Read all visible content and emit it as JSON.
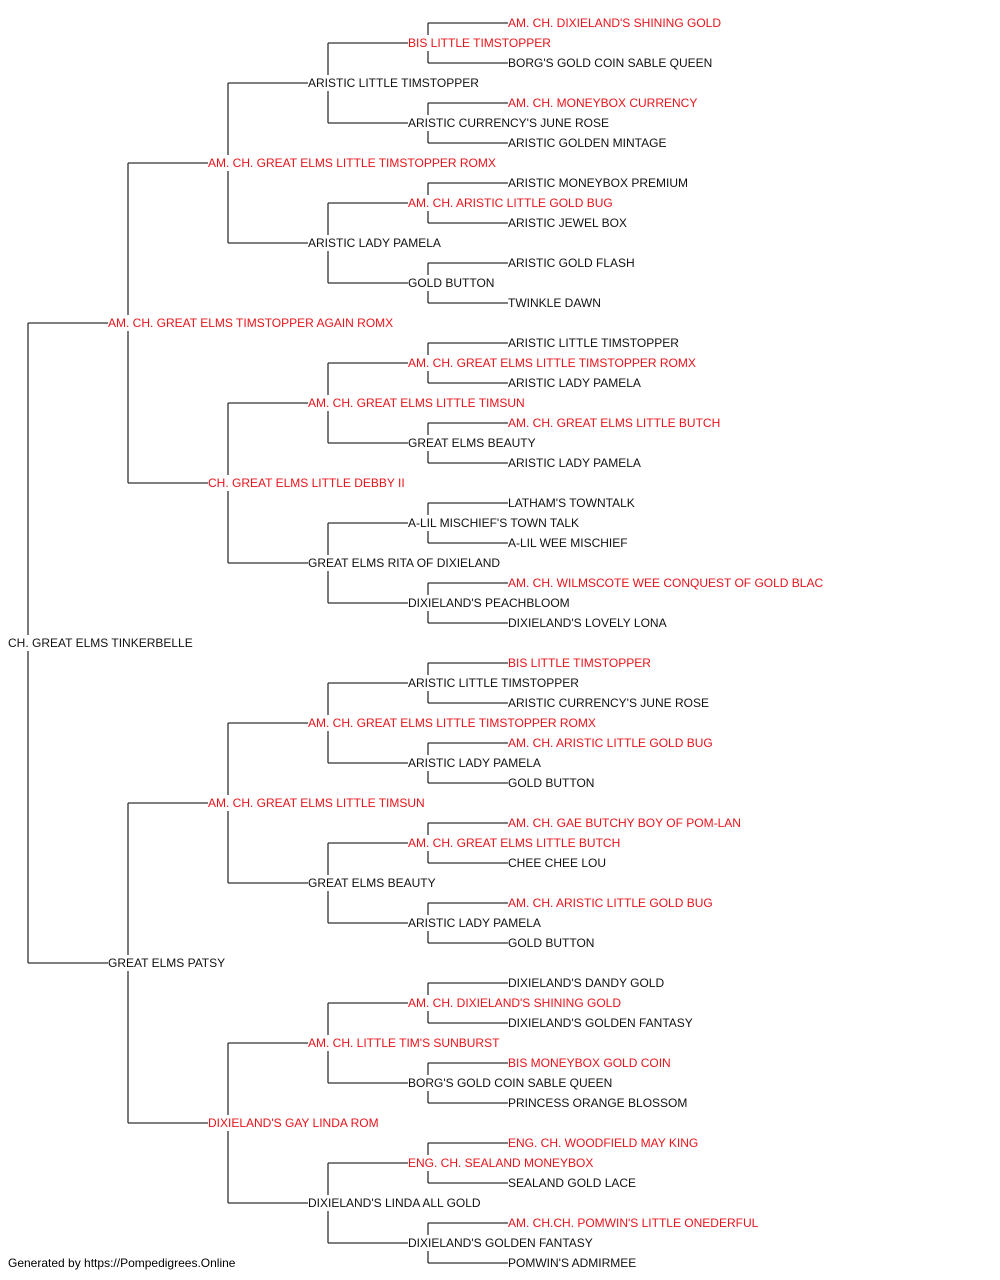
{
  "colors": {
    "champion": "#e8141b",
    "normal": "#111111",
    "line": "#333333"
  },
  "pedigree": {
    "name": "CH. GREAT ELMS TINKERBELLE",
    "ch": false,
    "sire": {
      "name": "AM. CH. GREAT ELMS TIMSTOPPER AGAIN ROMX",
      "ch": true,
      "sire": {
        "name": "AM. CH. GREAT ELMS LITTLE TIMSTOPPER ROMX",
        "ch": true,
        "sire": {
          "name": "ARISTIC LITTLE TIMSTOPPER",
          "ch": false,
          "sire": {
            "name": "BIS LITTLE TIMSTOPPER",
            "ch": true,
            "sire": {
              "name": "AM. CH. DIXIELAND'S SHINING GOLD",
              "ch": true
            },
            "dam": {
              "name": "BORG'S GOLD COIN SABLE QUEEN",
              "ch": false
            }
          },
          "dam": {
            "name": "ARISTIC CURRENCY'S JUNE ROSE",
            "ch": false,
            "sire": {
              "name": "AM. CH. MONEYBOX CURRENCY",
              "ch": true
            },
            "dam": {
              "name": "ARISTIC GOLDEN MINTAGE",
              "ch": false
            }
          }
        },
        "dam": {
          "name": "ARISTIC LADY PAMELA",
          "ch": false,
          "sire": {
            "name": "AM. CH. ARISTIC LITTLE GOLD BUG",
            "ch": true,
            "sire": {
              "name": "ARISTIC MONEYBOX PREMIUM",
              "ch": false
            },
            "dam": {
              "name": "ARISTIC JEWEL BOX",
              "ch": false
            }
          },
          "dam": {
            "name": "GOLD BUTTON",
            "ch": false,
            "sire": {
              "name": "ARISTIC GOLD FLASH",
              "ch": false
            },
            "dam": {
              "name": "TWINKLE DAWN",
              "ch": false
            }
          }
        }
      },
      "dam": {
        "name": "CH. GREAT ELMS LITTLE DEBBY II",
        "ch": true,
        "sire": {
          "name": "AM. CH. GREAT ELMS LITTLE TIMSUN",
          "ch": true,
          "sire": {
            "name": "AM. CH. GREAT ELMS LITTLE TIMSTOPPER ROMX",
            "ch": true,
            "sire": {
              "name": "ARISTIC LITTLE TIMSTOPPER",
              "ch": false
            },
            "dam": {
              "name": "ARISTIC LADY PAMELA",
              "ch": false
            }
          },
          "dam": {
            "name": "GREAT ELMS BEAUTY",
            "ch": false,
            "sire": {
              "name": "AM. CH. GREAT ELMS LITTLE BUTCH",
              "ch": true
            },
            "dam": {
              "name": "ARISTIC LADY PAMELA",
              "ch": false
            }
          }
        },
        "dam": {
          "name": "GREAT ELMS RITA OF DIXIELAND",
          "ch": false,
          "sire": {
            "name": "A-LIL MISCHIEF'S TOWN TALK",
            "ch": false,
            "sire": {
              "name": "LATHAM'S TOWNTALK",
              "ch": false
            },
            "dam": {
              "name": "A-LIL WEE MISCHIEF",
              "ch": false
            }
          },
          "dam": {
            "name": "DIXIELAND'S PEACHBLOOM",
            "ch": false,
            "sire": {
              "name": "AM. CH. WILMSCOTE WEE CONQUEST OF GOLD BLAC",
              "ch": true
            },
            "dam": {
              "name": "DIXIELAND'S LOVELY LONA",
              "ch": false
            }
          }
        }
      }
    },
    "dam": {
      "name": "GREAT ELMS PATSY",
      "ch": false,
      "sire": {
        "name": "AM. CH. GREAT ELMS LITTLE TIMSUN",
        "ch": true,
        "sire": {
          "name": "AM. CH. GREAT ELMS LITTLE TIMSTOPPER ROMX",
          "ch": true,
          "sire": {
            "name": "ARISTIC LITTLE TIMSTOPPER",
            "ch": false,
            "sire": {
              "name": "BIS LITTLE TIMSTOPPER",
              "ch": true
            },
            "dam": {
              "name": "ARISTIC CURRENCY'S JUNE ROSE",
              "ch": false
            }
          },
          "dam": {
            "name": "ARISTIC LADY PAMELA",
            "ch": false,
            "sire": {
              "name": "AM. CH. ARISTIC LITTLE GOLD BUG",
              "ch": true
            },
            "dam": {
              "name": "GOLD BUTTON",
              "ch": false
            }
          }
        },
        "dam": {
          "name": "GREAT ELMS BEAUTY",
          "ch": false,
          "sire": {
            "name": "AM. CH. GREAT ELMS LITTLE BUTCH",
            "ch": true,
            "sire": {
              "name": "AM. CH. GAE BUTCHY BOY OF POM-LAN",
              "ch": true
            },
            "dam": {
              "name": "CHEE CHEE LOU",
              "ch": false
            }
          },
          "dam": {
            "name": "ARISTIC LADY PAMELA",
            "ch": false,
            "sire": {
              "name": "AM. CH. ARISTIC LITTLE GOLD BUG",
              "ch": true
            },
            "dam": {
              "name": "GOLD BUTTON",
              "ch": false
            }
          }
        }
      },
      "dam": {
        "name": "DIXIELAND'S GAY LINDA ROM",
        "ch": true,
        "sire": {
          "name": "AM. CH. LITTLE TIM'S SUNBURST",
          "ch": true,
          "sire": {
            "name": "AM. CH. DIXIELAND'S SHINING GOLD",
            "ch": true,
            "sire": {
              "name": "DIXIELAND'S DANDY GOLD",
              "ch": false
            },
            "dam": {
              "name": "DIXIELAND'S GOLDEN FANTASY",
              "ch": false
            }
          },
          "dam": {
            "name": "BORG'S GOLD COIN SABLE QUEEN",
            "ch": false,
            "sire": {
              "name": "BIS MONEYBOX GOLD COIN",
              "ch": true
            },
            "dam": {
              "name": "PRINCESS ORANGE BLOSSOM",
              "ch": false
            }
          }
        },
        "dam": {
          "name": "DIXIELAND'S LINDA ALL GOLD",
          "ch": false,
          "sire": {
            "name": "ENG. CH. SEALAND MONEYBOX",
            "ch": true,
            "sire": {
              "name": "ENG. CH. WOODFIELD MAY KING",
              "ch": true
            },
            "dam": {
              "name": "SEALAND GOLD LACE",
              "ch": false
            }
          },
          "dam": {
            "name": "DIXIELAND'S GOLDEN FANTASY",
            "ch": false,
            "sire": {
              "name": "AM. CH.CH. POMWIN'S LITTLE ONEDERFUL",
              "ch": true
            },
            "dam": {
              "name": "POMWIN'S ADMIRMEE",
              "ch": false
            }
          }
        }
      }
    }
  },
  "footer": {
    "text": "Generated by https://Pompedigrees.Online"
  }
}
